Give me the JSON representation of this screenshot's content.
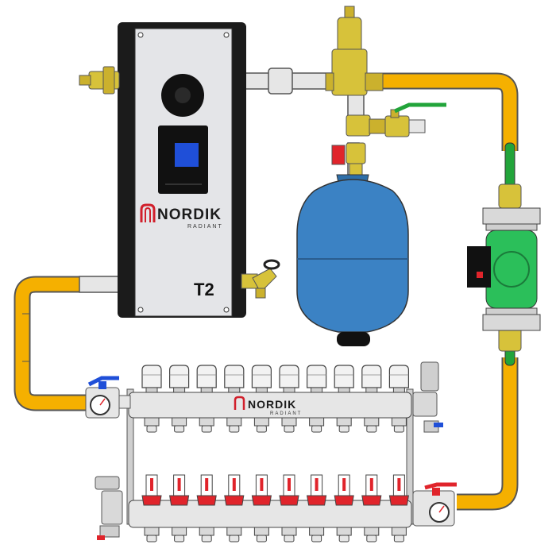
{
  "boiler": {
    "brand": "NORDIK",
    "subtitle": "RADIANT",
    "model_mark": "T2",
    "display_color": "#1f4fd8",
    "panel_color": "#e4e5e8"
  },
  "manifold": {
    "brand": "NORDIK",
    "subtitle": "RADIANT",
    "loops": 10
  },
  "expansion_tank": {
    "color": "#3b82c4"
  },
  "circulator_pump": {
    "color": "#2bbf5a"
  },
  "colors": {
    "pipe": "#f5b000",
    "brass": "#d7c23a",
    "brand_red": "#d11f2b",
    "valve_red": "#e0242b",
    "valve_blue": "#1f4fd8",
    "handle_green": "#22a43a"
  }
}
